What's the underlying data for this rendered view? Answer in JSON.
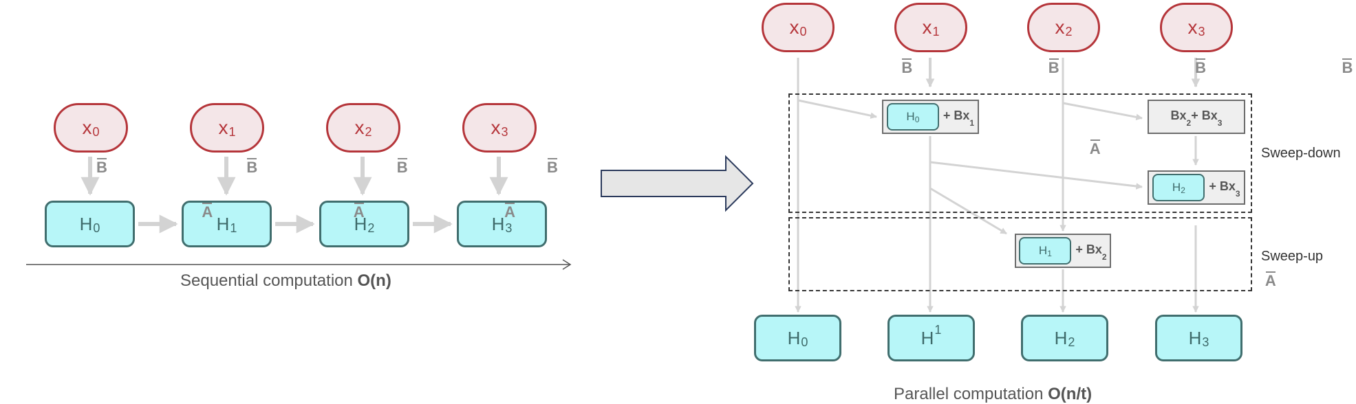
{
  "left_diagram": {
    "x_nodes": [
      {
        "base": "x",
        "sub": "0"
      },
      {
        "base": "x",
        "sub": "1"
      },
      {
        "base": "x",
        "sub": "2"
      },
      {
        "base": "x",
        "sub": "3"
      }
    ],
    "h_nodes": [
      {
        "base": "H",
        "sub": "0"
      },
      {
        "base": "H",
        "sub": "1"
      },
      {
        "base": "H",
        "sub": "2"
      },
      {
        "base": "H",
        "sub": "3"
      }
    ],
    "b_label": "B",
    "a_label": "A",
    "caption_text": "Sequential computation ",
    "caption_complexity": "O(n)"
  },
  "right_diagram": {
    "x_nodes": [
      {
        "base": "x",
        "sub": "0"
      },
      {
        "base": "x",
        "sub": "1"
      },
      {
        "base": "x",
        "sub": "2"
      },
      {
        "base": "x",
        "sub": "3"
      }
    ],
    "h_nodes": [
      {
        "base": "H",
        "sub": "0"
      },
      {
        "base": "H",
        "sup": "1"
      },
      {
        "base": "H",
        "sub": "2"
      },
      {
        "base": "H",
        "sub": "3"
      }
    ],
    "b_label": "B",
    "a_label": "A",
    "combo_h0": {
      "mini_base": "H",
      "mini_sub": "0",
      "plus": "+ Bx",
      "sub": "1"
    },
    "combo_bx2bx3": {
      "part1": "Bx",
      "sub1": "2",
      "plus": "+ Bx",
      "sub2": "3"
    },
    "combo_h2": {
      "mini_base": "H",
      "mini_sub": "2",
      "plus": "+ Bx",
      "sub": "3"
    },
    "combo_h1": {
      "mini_base": "H",
      "mini_sub": "1",
      "plus": "+ Bx",
      "sub": "2"
    },
    "sweep_down_label": "Sweep-down",
    "sweep_up_label": "Sweep-up",
    "caption_text": "Parallel computation ",
    "caption_complexity": "O(n/t)"
  },
  "colors": {
    "x_border": "#b5353a",
    "x_fill": "#f4e6e8",
    "h_border": "#406e6e",
    "h_fill": "#b7f6f8",
    "arrow": "#d3d3d3",
    "big_arrow_fill": "#e6e6e6",
    "big_arrow_stroke": "#2b3a5c"
  }
}
